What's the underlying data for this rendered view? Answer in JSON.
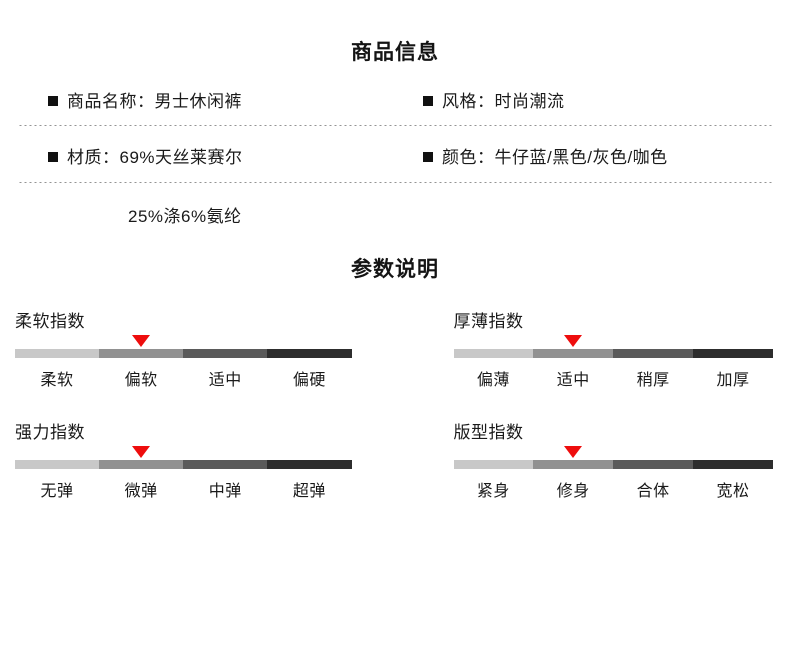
{
  "info_section": {
    "title": "商品信息",
    "bullet_glyph": "square-bullet",
    "rows": [
      {
        "left": {
          "label": "商品名称",
          "separator": "：",
          "value": "男士休闲裤"
        },
        "right": {
          "label": "风格",
          "separator": "：",
          "value": "时尚潮流"
        }
      },
      {
        "left": {
          "label": "材质",
          "separator": "：",
          "value": "69%天丝莱赛尔"
        },
        "right": {
          "label": "颜色",
          "separator": "：",
          "value": "牛仔蓝/黑色/灰色/咖色"
        }
      }
    ],
    "continued_text": "25%涤6%氨纶"
  },
  "params_section": {
    "title": "参数说明",
    "segment_colors": [
      "#c8c8c8",
      "#919191",
      "#5a5a5a",
      "#2d2d2d"
    ],
    "marker_color": "#ee0d0d",
    "meters": [
      {
        "name": "柔软指数",
        "labels": [
          "柔软",
          "偏软",
          "适中",
          "偏硬"
        ],
        "selected_index": 1,
        "selected_label": "偏软",
        "marker_percent": 37.5
      },
      {
        "name": "厚薄指数",
        "labels": [
          "偏薄",
          "适中",
          "稍厚",
          "加厚"
        ],
        "selected_index": 1,
        "selected_label": "适中",
        "marker_percent": 37.5
      },
      {
        "name": "强力指数",
        "labels": [
          "无弹",
          "微弹",
          "中弹",
          "超弹"
        ],
        "selected_index": 1,
        "selected_label": "微弹",
        "marker_percent": 37.5
      },
      {
        "name": "版型指数",
        "labels": [
          "紧身",
          "修身",
          "合体",
          "宽松"
        ],
        "selected_index": 1,
        "selected_label": "修身",
        "marker_percent": 37.5
      }
    ]
  }
}
